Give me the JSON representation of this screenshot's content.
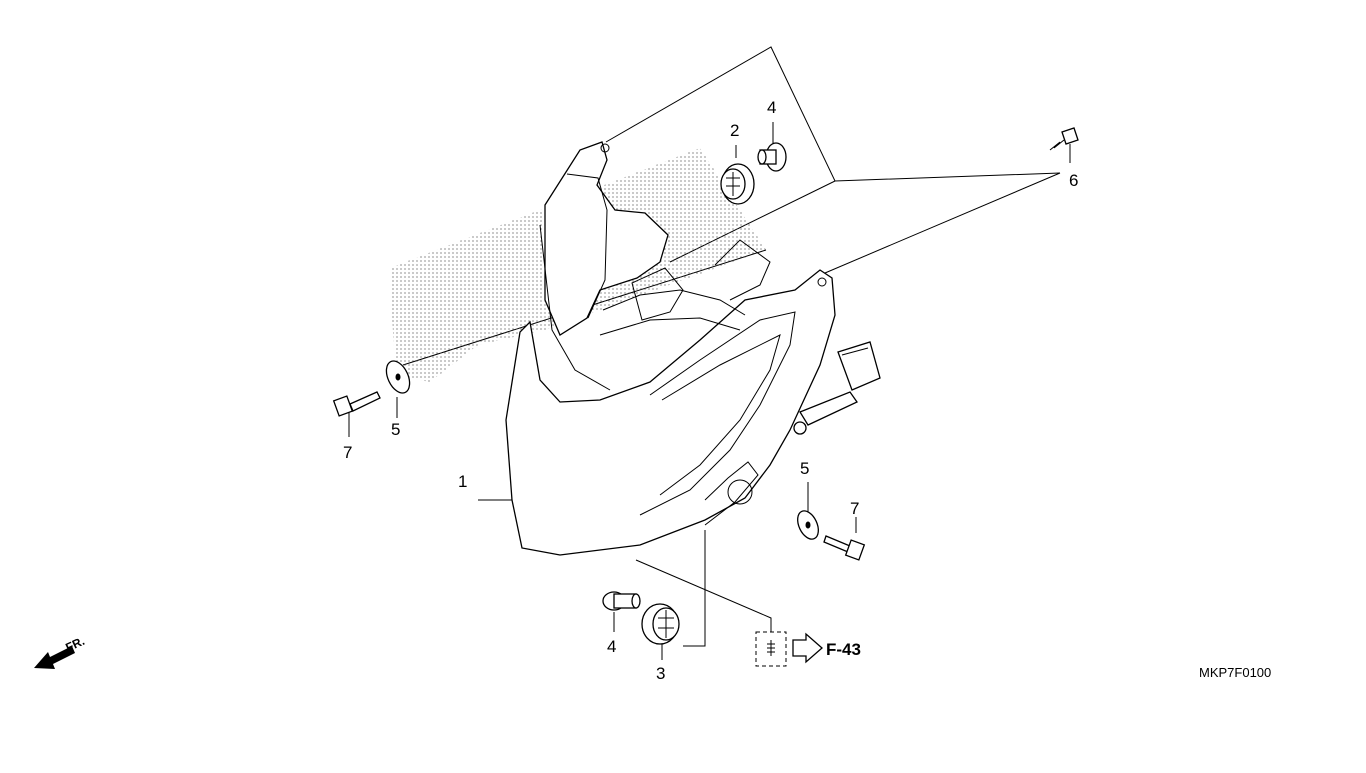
{
  "diagram": {
    "code": "MKP7F0100",
    "direction_label": "FR.",
    "reference": "F-43",
    "callouts": {
      "headlight": "1",
      "grommet_a": "2",
      "grommet_b": "3",
      "collar_upper": "4",
      "collar_lower": "4",
      "washer_left": "5",
      "washer_right": "5",
      "screw": "6",
      "bolt_left": "7",
      "bolt_right": "7"
    }
  }
}
